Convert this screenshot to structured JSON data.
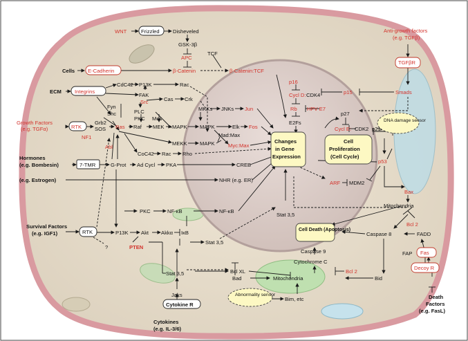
{
  "labels": {
    "wnt": "WNT",
    "frizzled": "Frizzled",
    "disheveled": "Disheveled",
    "gsk": "GSK-3β",
    "apc": "APC",
    "cells": "Cells",
    "ecadherin": "E-Cadherin",
    "bcat1": "β-Catenin",
    "tcf": "TCF",
    "bcattcf": "β-Catenin:TCF",
    "ecm": "ECM",
    "integrins": "Integrins",
    "cdc42a": "CdC42",
    "p13ka": "P13K",
    "rac1": "Rac",
    "fak": "FAK",
    "src": "Src",
    "cas": "Cas",
    "crk": "Crk",
    "fyn": "Fyn",
    "shc": "Shc",
    "plc": "PLC",
    "pkc1": "PKC",
    "mos": "Mos",
    "mkks": "MKKs",
    "jnks": "JNKs",
    "jun": "Jun",
    "gf": "Growth Factors",
    "gfe": "(e.g. TGFα)",
    "rtk1": "RTK",
    "nf1": "NF1",
    "grb2": "Grb2",
    "sos": "SOS",
    "ras": "Ras",
    "raf": "Raf",
    "mek": "MEK",
    "mapk1": "MAPK",
    "mapk2": "MAPK",
    "elk": "Elk",
    "fos": "Fos",
    "madmax": "Mad:Max",
    "mycmax": "Myc:Max",
    "mekk": "MEKK",
    "mapk3": "MAPK",
    "abl": "Abl",
    "cdc42b": "CoC42",
    "rac2": "Rac",
    "rho": "Rho",
    "hormones": "Hormones",
    "hormonese": "(e.g. Bombesin)",
    "tmr": "7-TMR",
    "gprot": "G-Prot",
    "adcycl": "Ad Cycl",
    "pka": "PKA",
    "creb": "CREB",
    "estrogen": "(e.g. Estrogen)",
    "nhr": "NHR (e.g. ER)",
    "sf": "Survival Factors",
    "sfe": "(e.g. IGF1)",
    "rtk2": "RTK",
    "q": "?",
    "p13kb": "P13K",
    "pten": "PTEN",
    "pkc2": "PKC",
    "nfkb1": "NF-κB",
    "nfkb2": "NF-κB",
    "akt": "Akt",
    "akka": "Akkα",
    "ikb": "IκB",
    "stat35a": "Stat 3,5",
    "stat35b": "Stat 3,5",
    "stat35c": "Stat 3,5",
    "bclxl": "Bcl XL",
    "bad": "Bad",
    "jaks": "Jaks",
    "cytokiner": "Cytokine R",
    "cytokines": "Cytokines",
    "cytokinese": "(e.g. IL-3/6)",
    "abnormality": "Abnormality sensor",
    "bim": "Bim, etc",
    "mito1": "Mitochondria",
    "mito2": "Mitochondria",
    "bcl2a": "Bcl 2",
    "bcl2b": "Bcl 2",
    "cytc": "Cytochrome C",
    "casp9": "Caspase 9",
    "casp8": "Caspase 8",
    "celldeath": "Cell Death (Apoptosis)",
    "bid": "Bid",
    "bax": "Bax",
    "fadd": "FADD",
    "fap": "FAP",
    "fas": "Fas",
    "decoyr": "Decoy R",
    "df": "Death",
    "df2": "Factors",
    "dfe": "(e.g. FasL)",
    "agf": "Anti-growth factors",
    "agfe": "(e.g. TGFβ)",
    "tgfbr": "TGFβR",
    "smads": "Smads",
    "p15": "p15",
    "p16": "p16",
    "cycld": "Cycl D:",
    "cdk4": "CDK4",
    "rb": "Rb",
    "hpv": "HPV E7",
    "e2fs": "E2Fs",
    "p27": "p27",
    "cycle": "Cycl E:",
    "cdk2": "CDK2",
    "p21": "p21",
    "dna": "DNA damage sensor",
    "p53": "p53",
    "arf": "ARF",
    "mdm2": "MDM2",
    "gene1": "Changes",
    "gene2": "in Gene",
    "gene3": "Expression",
    "prolif1": "Cell",
    "prolif2": "Proliferation",
    "prolif3": "(Cell Cycle)"
  }
}
